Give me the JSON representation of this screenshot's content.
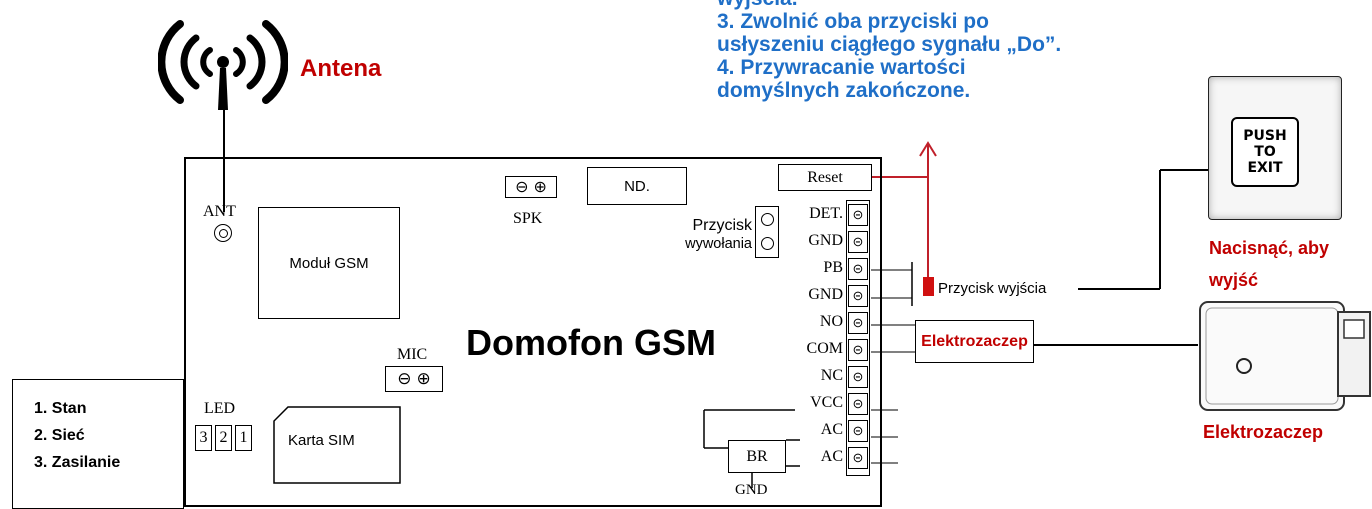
{
  "instructions": {
    "line0": "wyjścia.",
    "line1": "3. Zwolnić oba przyciski po",
    "line2": "usłyszeniu ciągłego sygnału „Do”.",
    "line3": "4. Przywracanie wartości",
    "line4": "domyślnych zakończone."
  },
  "antenna": {
    "label": "Antena",
    "icon": "antenna-icon"
  },
  "board": {
    "title": "Domofon GSM",
    "ant": "ANT",
    "gsm_module": "Moduł GSM",
    "spk": "SPK",
    "nd": "ND.",
    "reset": "Reset",
    "call_button_line1": "Przycisk",
    "call_button_line2": "wywołania",
    "mic": "MIC",
    "led": "LED",
    "led_digits": [
      "3",
      "2",
      "1"
    ],
    "sim": "Karta SIM",
    "br": "BR",
    "gnd_bottom": "GND",
    "polarity_minus": "⊖",
    "polarity_plus": "⊕",
    "terminal_symbol": "⊝",
    "terminals": [
      "DET.",
      "GND",
      "PB",
      "GND",
      "NO",
      "COM",
      "NC",
      "VCC",
      "AC",
      "AC"
    ]
  },
  "exit_button": {
    "label": "Przycisk wyjścia",
    "push": "PUSH",
    "to": "TO",
    "exit": "EXIT",
    "caption_line1": "Nacisnąć, aby",
    "caption_line2": "wyjść"
  },
  "lock": {
    "box_label": "Elektrozaczep",
    "caption": "Elektrozaczep"
  },
  "legend": {
    "item1": "1. Stan",
    "item2": "2. Sieć",
    "item3": "3. Zasilanie"
  },
  "colors": {
    "instruction_blue": "#1f6fc7",
    "label_red": "#c00000",
    "wire_red": "#c0202a"
  }
}
